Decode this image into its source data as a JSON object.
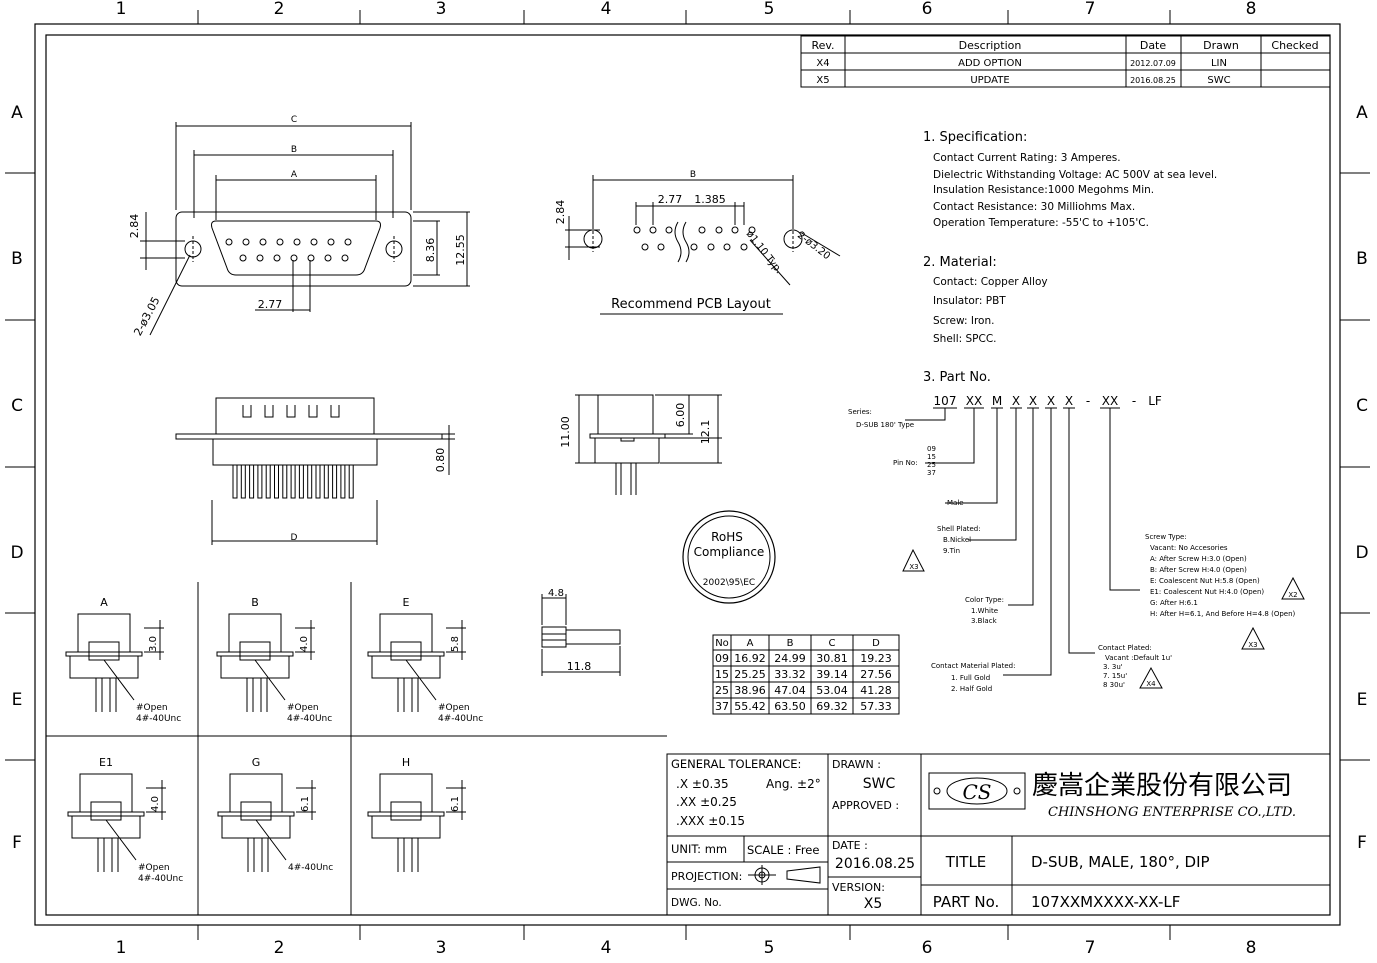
{
  "border": {
    "columns": [
      "1",
      "2",
      "3",
      "4",
      "5",
      "6",
      "7",
      "8"
    ],
    "rows": [
      "A",
      "B",
      "C",
      "D",
      "E",
      "F"
    ]
  },
  "revision_table": {
    "headers": [
      "Rev.",
      "Description",
      "Date",
      "Drawn",
      "Checked"
    ],
    "rows": [
      [
        "X4",
        "ADD  OPTION",
        "2012.07.09",
        "LIN",
        ""
      ],
      [
        "X5",
        "UPDATE",
        "2016.08.25",
        "SWC",
        ""
      ]
    ]
  },
  "front_view": {
    "dims": {
      "c": "C",
      "b": "B",
      "a": "A",
      "h1": "2.84",
      "h2": "8.36",
      "h3": "12.55",
      "pitch": "2.77",
      "hole": "2-ø3.05"
    }
  },
  "pcb_layout": {
    "caption": "Recommend  PCB  Layout",
    "dims": {
      "b": "B",
      "pitch": "2.77",
      "offset": "1.385",
      "h": "2.84",
      "pin_hole": "ø1.10 Typ.",
      "mount_hole": "2-ø3.20"
    }
  },
  "side_view": {
    "d": "D",
    "t": "0.80"
  },
  "end_view": {
    "h1": "11.00",
    "h2": "6.00",
    "h3": "12.1"
  },
  "rohs": {
    "line1": "RoHS",
    "line2": "Compliance",
    "line3": "2002\\95\\EC"
  },
  "specification": {
    "title": "1.  Specification:",
    "lines": [
      "Contact  Current  Rating:  3  Amperes.",
      "Dielectric  Withstanding  Voltage:  AC  500V  at  sea  level.",
      "Insulation  Resistance:1000  Megohms  Min.",
      "Contact  Resistance:  30  Milliohms  Max.",
      "Operation  Temperature:  -55'C  to  +105'C."
    ]
  },
  "material": {
    "title": "2.  Material:",
    "lines": [
      "Contact:  Copper  Alloy",
      "Insulator:  PBT",
      "Screw:  Iron.",
      "Shell:  SPCC."
    ]
  },
  "part_no": {
    "title": "3.  Part  No.",
    "code": [
      "107",
      "XX",
      "M",
      "X",
      "X",
      "X",
      "X",
      "-",
      "XX",
      "-",
      "LF"
    ],
    "series": [
      "Series:",
      "D-SUB  180' Type"
    ],
    "pin_no_label": "Pin  No:",
    "pin_no_values": [
      "09",
      "15",
      "25",
      "37"
    ],
    "male": "Male",
    "shell": [
      "Shell  Plated:",
      "B.Nickel",
      "9.Tin"
    ],
    "color": [
      "Color  Type:",
      "1.White",
      "3.Black"
    ],
    "contact_material": [
      "Contact  Material  Plated:",
      "1.  Full  Gold",
      "2.  Half  Gold"
    ],
    "contact_plated": [
      "Contact  Plated:",
      "Vacant  :Default  1u'",
      "3.  3u'",
      "7.  15u'",
      "8   30u'"
    ],
    "screw": [
      "Screw  Type:",
      "Vacant:  No  Accesories",
      "A:  After  Screw  H:3.0  (Open)",
      "B:  After  Screw  H:4.0  (Open)",
      "E:  Coalescent  Nut  H:5.8  (Open)",
      "E1:  Coalescent  Nut  H:4.0  (Open)",
      "G:  After  H:6.1",
      "H:  After  H=6.1,  And  Before  H=4.8  (Open)"
    ],
    "markers": {
      "x2": "X2",
      "x3": "X3",
      "x4": "X4"
    }
  },
  "variants": [
    {
      "name": "A",
      "dim": "3.0",
      "note1": "#Open",
      "note2": "4#-40Unc"
    },
    {
      "name": "B",
      "dim": "4.0",
      "note1": "#Open",
      "note2": "4#-40Unc"
    },
    {
      "name": "E",
      "dim": "5.8",
      "note1": "#Open",
      "note2": "4#-40Unc"
    },
    {
      "name": "E1",
      "dim": "4.0",
      "note1": "#Open",
      "note2": "4#-40Unc"
    },
    {
      "name": "G",
      "dim": "6.1",
      "note1": "4#-40Unc",
      "note2": ""
    },
    {
      "name": "H",
      "dim": "6.1",
      "note1": "",
      "note2": ""
    }
  ],
  "screw_detail": {
    "d1": "4.8",
    "d2": "11.8"
  },
  "dim_table": {
    "headers": [
      "No",
      "A",
      "B",
      "C",
      "D"
    ],
    "rows": [
      [
        "09",
        "16.92",
        "24.99",
        "30.81",
        "19.23"
      ],
      [
        "15",
        "25.25",
        "33.32",
        "39.14",
        "27.56"
      ],
      [
        "25",
        "38.96",
        "47.04",
        "53.04",
        "41.28"
      ],
      [
        "37",
        "55.42",
        "63.50",
        "69.32",
        "57.33"
      ]
    ]
  },
  "title_block": {
    "tolerance_title": "GENERAL TOLERANCE:",
    "tol_x": ".X  ±0.35",
    "tol_ang": "Ang.  ±2°",
    "tol_xx": ".XX ±0.25",
    "tol_xxx": ".XXX ±0.15",
    "unit": "UNIT:  mm",
    "scale": "SCALE :  Free",
    "projection": "PROJECTION:",
    "dwg": "DWG. No.",
    "drawn_label": "DRAWN :",
    "drawn": "SWC",
    "approved_label": "APPROVED :",
    "date_label": "DATE :",
    "date": "2016.08.25",
    "version_label": "VERSION:",
    "version": "X5",
    "logo": "CS",
    "company_cn": "慶嵩企業股份有限公司",
    "company_en": "CHINSHONG ENTERPRISE CO.,LTD.",
    "title_label": "TITLE",
    "title": "D-SUB, MALE, 180°, DIP",
    "partno_label": "PART No.",
    "partno": "107XXMXXXX-XX-LF"
  }
}
